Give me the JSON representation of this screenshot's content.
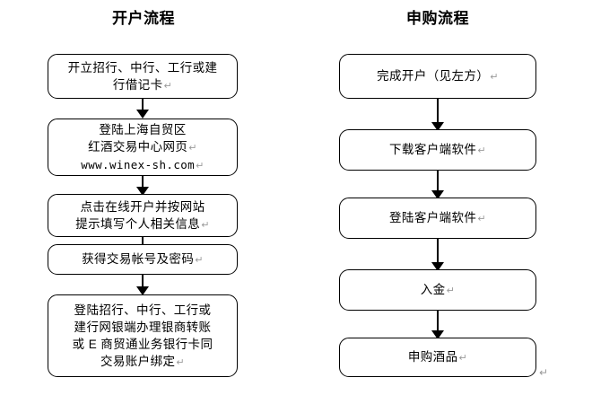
{
  "page": {
    "background_color": "#ffffff",
    "line_color": "#000000",
    "pilcrow_color": "#9a9a9a",
    "pilcrow_glyph": "↵",
    "stray_mark": "↵"
  },
  "columns": [
    {
      "id": "account-opening",
      "title": "开户流程",
      "steps": [
        {
          "id": "step-1",
          "text": "开立招行、中行、工行或建\n行借记卡",
          "has_return_mark": true
        },
        {
          "id": "step-2",
          "text": "登陆上海自贸区\n红酒交易中心网页",
          "url": "www.winex-sh.com",
          "has_return_mark": true
        },
        {
          "id": "step-3",
          "text": "点击在线开户并按网站\n提示填写个人相关信息",
          "has_return_mark": true
        },
        {
          "id": "step-4",
          "text": "获得交易帐号及密码",
          "has_return_mark": true
        },
        {
          "id": "step-5",
          "text": "登陆招行、中行、工行或\n建行网银端办理银商转账\n或 E 商贸通业务银行卡同\n交易账户绑定",
          "has_return_mark": true
        }
      ]
    },
    {
      "id": "subscription",
      "title": "申购流程",
      "steps": [
        {
          "id": "step-1",
          "text": "完成开户（见左方）",
          "has_return_mark": true
        },
        {
          "id": "step-2",
          "text": "下载客户端软件",
          "has_return_mark": true
        },
        {
          "id": "step-3",
          "text": "登陆客户端软件",
          "has_return_mark": true
        },
        {
          "id": "step-4",
          "text": "入金",
          "has_return_mark": true
        },
        {
          "id": "step-5",
          "text": "申购酒品",
          "has_return_mark": true
        }
      ]
    }
  ]
}
